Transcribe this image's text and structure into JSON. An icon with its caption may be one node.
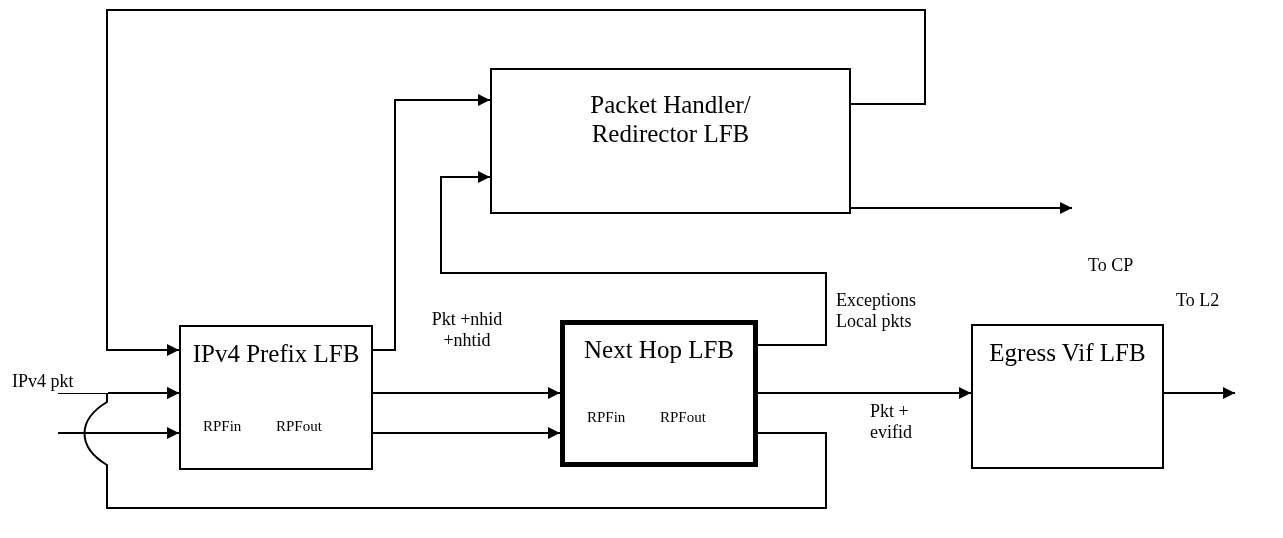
{
  "diagram": {
    "nodes": [
      {
        "text": [
          "Packet Handler/ Redirector LFB"
        ]
      },
      {
        "text": [
          "IPv4 Prefix LFB",
          "RPFin",
          "RPFout"
        ]
      },
      {
        "text": [
          "Next Hop LFB",
          "RPFin",
          "RPFout"
        ]
      },
      {
        "text": [
          "Egress Vif LFB"
        ]
      },
      {
        "text": [
          "To CP"
        ]
      },
      {
        "text": [
          "IPv4 pkt"
        ]
      }
    ],
    "edges": [
      {
        "from": 1,
        "to": 0,
        "arrow": "to"
      },
      {
        "from": 0,
        "to": 1,
        "arrow": "to"
      },
      {
        "from": 2,
        "to": 0,
        "arrow": "to",
        "label": "Exceptions Local pkts"
      },
      {
        "from": 0,
        "to": 4,
        "arrow": "to"
      },
      {
        "from": 5,
        "to": 1,
        "arrow": "to"
      },
      {
        "from": null,
        "to": 1,
        "arrow": "to"
      },
      {
        "from": 1,
        "to": 2,
        "arrow": "to",
        "label": "Pkt +nhid +nhtid"
      },
      {
        "from": 1,
        "to": 2,
        "arrow": "to"
      },
      {
        "from": 2,
        "to": 3,
        "arrow": "to",
        "label": "Pkt + evifid"
      },
      {
        "from": 2,
        "to": 1,
        "arrow": "to"
      },
      {
        "from": 3,
        "to": null,
        "arrow": "to"
      }
    ],
    "labels": [
      "To L2"
    ]
  }
}
